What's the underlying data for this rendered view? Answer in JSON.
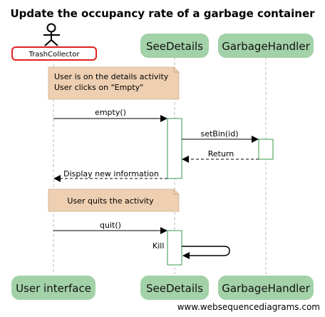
{
  "title": "Update the occupancy rate of a garbage container",
  "actor": {
    "label": "TrashCollector",
    "icon": "stick-figure-icon"
  },
  "participants": {
    "see_details_top": "SeeDetails",
    "garbage_handler_top": "GarbageHandler",
    "user_interface_bottom": "User interface",
    "see_details_bottom": "SeeDetails",
    "garbage_handler_bottom": "GarbageHandler"
  },
  "notes": {
    "note1_line1": "User is on the details activity",
    "note1_line2": "User clicks on \"Empty\"",
    "note2": "User quits the activity"
  },
  "messages": {
    "empty": "empty()",
    "set_bin": "setBin(id)",
    "return": "Return",
    "display": "Display new information",
    "quit": "quit()",
    "kill": "Kill"
  },
  "watermark": "www.websequencediagrams.com",
  "colors": {
    "participant_fill": "#a3d1a8",
    "note_fill": "#eecfb1",
    "activation_border": "#3a9a4a",
    "actor_highlight": "#e02020"
  }
}
